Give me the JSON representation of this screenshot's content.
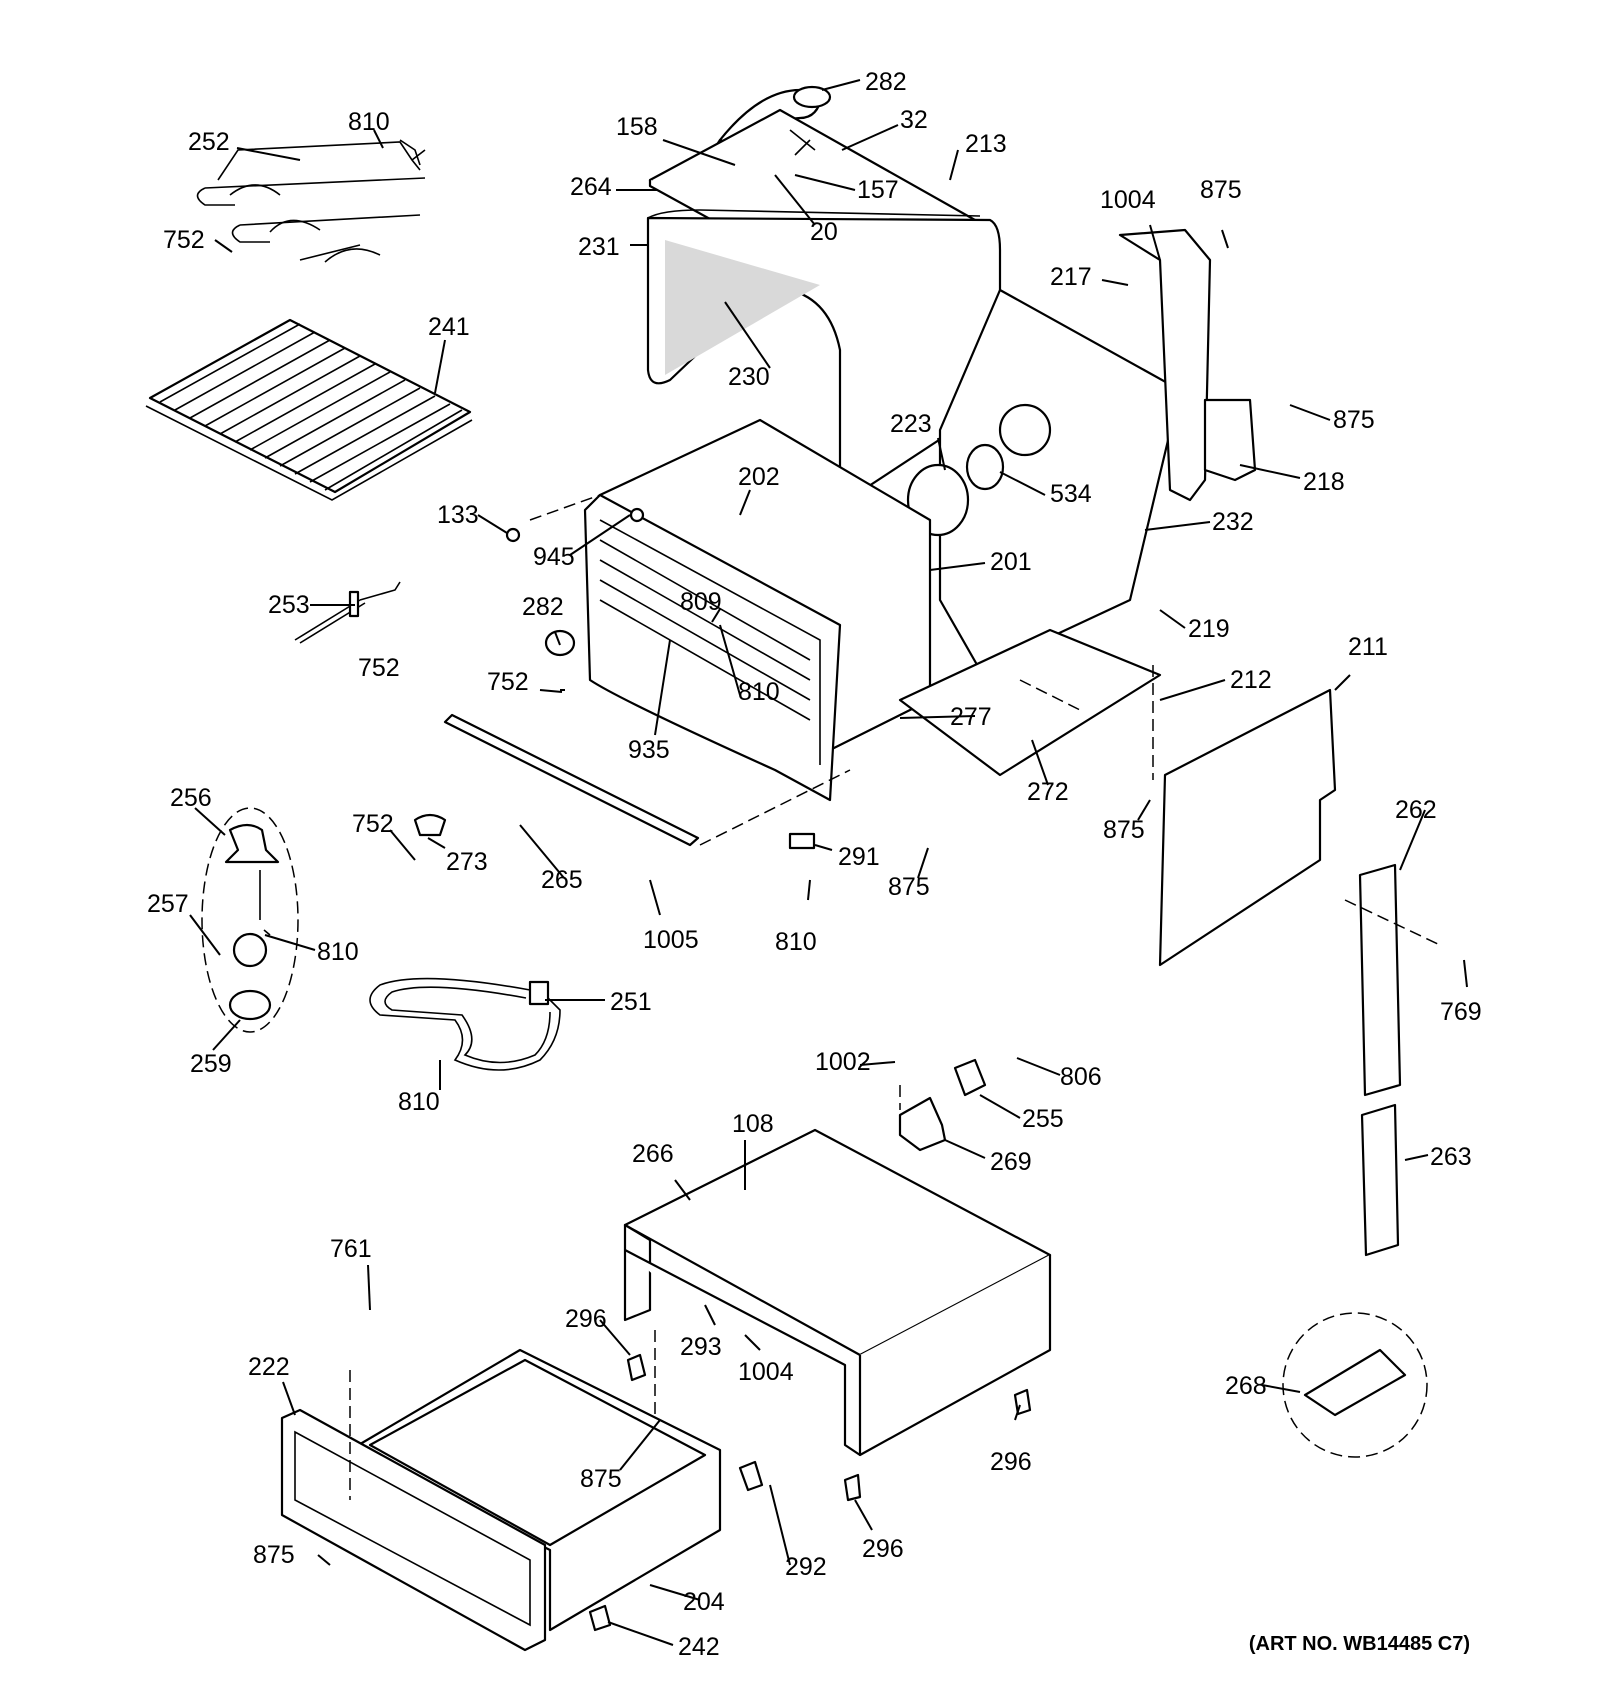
{
  "diagram": {
    "art_number": "(ART NO. WB14485 C7)",
    "part_labels": [
      "282",
      "810",
      "252",
      "158",
      "32",
      "213",
      "264",
      "157",
      "875",
      "1004",
      "752",
      "20",
      "231",
      "217",
      "241",
      "230",
      "875",
      "218",
      "223",
      "534",
      "133",
      "202",
      "232",
      "945",
      "201",
      "253",
      "282",
      "809",
      "219",
      "752",
      "211",
      "212",
      "752",
      "810",
      "277",
      "935",
      "272",
      "256",
      "262",
      "875",
      "752",
      "273",
      "291",
      "265",
      "257",
      "875",
      "810",
      "1005",
      "810",
      "769",
      "251",
      "259",
      "810",
      "1002",
      "806",
      "255",
      "108",
      "266",
      "269",
      "263",
      "761",
      "296",
      "293",
      "1004",
      "268",
      "222",
      "296",
      "875",
      "296",
      "875",
      "292",
      "204",
      "242"
    ]
  }
}
